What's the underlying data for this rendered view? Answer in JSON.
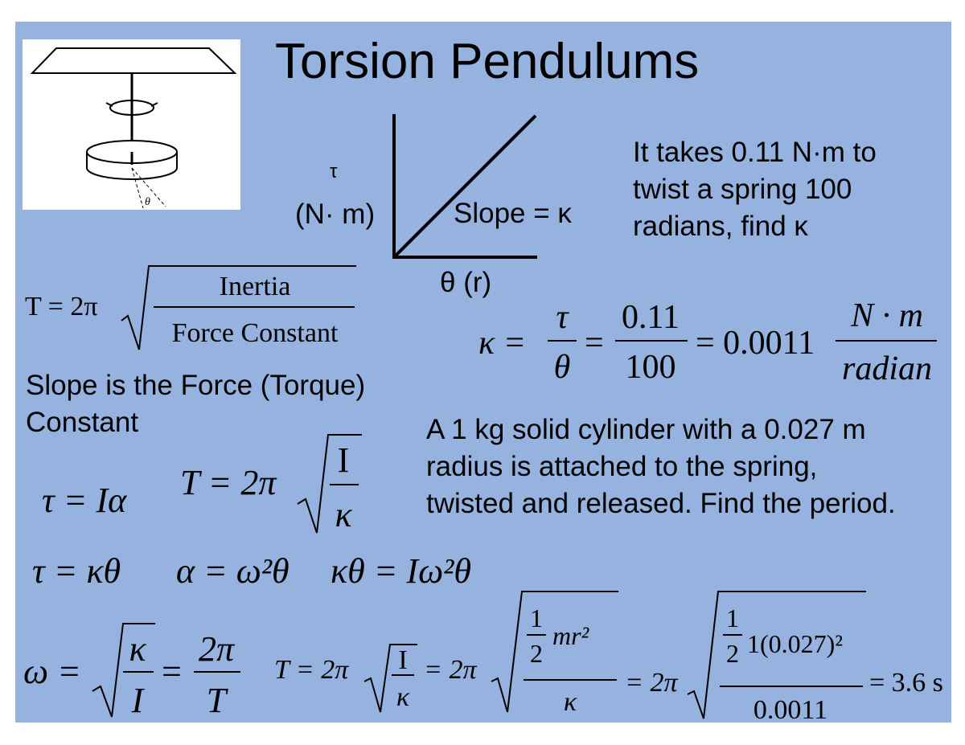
{
  "slide": {
    "title": "Torsion Pendulums",
    "illustration": {
      "angle_label": "θ"
    },
    "graph": {
      "y_label_top": "τ",
      "y_label_bottom": "(N· m)",
      "x_label": "θ (r)",
      "slope_label": "Slope = κ"
    },
    "problem1": [
      "It takes 0.11 N·m to",
      "twist a spring 100",
      "radians, find κ"
    ],
    "slope_note": [
      "Slope is the Force (Torque)",
      "Constant"
    ],
    "problem2": [
      "A 1 kg solid cylinder with a 0.027 m",
      "radius is attached to the spring,",
      "twisted and released. Find the period."
    ],
    "equations": {
      "period_general": {
        "lhs": "T = 2π",
        "numerator": "Inertia",
        "denominator": "Force Constant"
      },
      "kappa_solution": {
        "lhs": "κ =",
        "frac1_num": "τ",
        "frac1_den": "θ",
        "eq1": "=",
        "frac2_num": "0.11",
        "frac2_den": "100",
        "eq2": "= 0.0011",
        "unit_num": "N · m",
        "unit_den": "radian"
      },
      "torque_inertia": "τ = Iα",
      "period_kappa": {
        "lhs": "T = 2π",
        "numerator": "I",
        "denominator": "κ"
      },
      "torque_kappa": "τ = κθ",
      "alpha_relation": "α = ω²θ",
      "combined": "κθ = Iω²θ",
      "omega": {
        "lhs": "ω =",
        "num": "κ",
        "den": "I",
        "eq": "=",
        "num2": "2π",
        "den2": "T"
      },
      "period_calc": {
        "lhs": "T = 2π",
        "f1_num": "I",
        "f1_den": "κ",
        "eq1": "= 2π",
        "f2_half_num": "1",
        "f2_half_den": "2",
        "f2_rest": "mr²",
        "f2_den": "κ",
        "eq2": "= 2π",
        "f3_half_num": "1",
        "f3_half_den": "2",
        "f3_rest": "1(0.027)²",
        "f3_den": "0.0011",
        "result": "= 3.6 s"
      }
    }
  }
}
